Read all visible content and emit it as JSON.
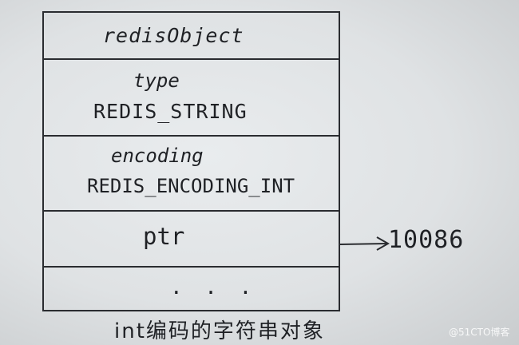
{
  "struct": {
    "title": "redisObject",
    "type_label": "type",
    "type_value": "REDIS_STRING",
    "encoding_label": "encoding",
    "encoding_value": "REDIS_ENCODING_INT",
    "ptr_label": "ptr",
    "more": ". . ."
  },
  "ptr_target": "10086",
  "caption": "int编码的字符串对象",
  "watermark": "@51CTO博客"
}
